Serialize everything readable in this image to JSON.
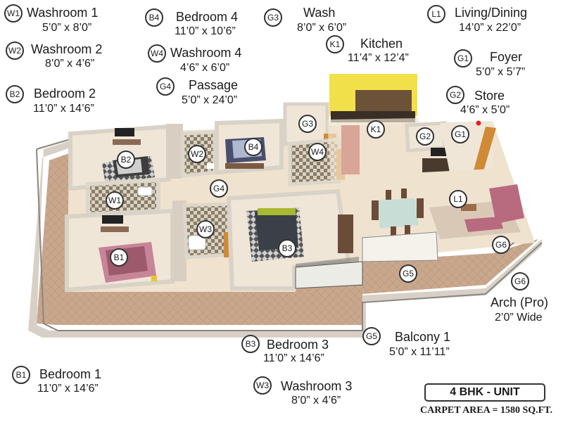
{
  "legend": {
    "W1": {
      "code": "W1",
      "name": "Washroom 1",
      "dims": "5’0” x 8’0”"
    },
    "B4": {
      "code": "B4",
      "name": "Bedroom 4",
      "dims": "11’0” x 10’6”"
    },
    "G3": {
      "code": "G3",
      "name": "Wash",
      "dims": "8’0” x 6’0”"
    },
    "L1": {
      "code": "L1",
      "name": "Living/Dining",
      "dims": "14’0” x 22’0”"
    },
    "K1": {
      "code": "K1",
      "name": "Kitchen",
      "dims": "11’4” x 12’4”"
    },
    "W2": {
      "code": "W2",
      "name": "Washroom 2",
      "dims": "8’0” x 4’6”"
    },
    "W4": {
      "code": "W4",
      "name": "Washroom 4",
      "dims": "4’6” x 6’0”"
    },
    "G1": {
      "code": "G1",
      "name": "Foyer",
      "dims": "5’0” x 5’7”"
    },
    "B2": {
      "code": "B2",
      "name": "Bedroom 2",
      "dims": "11’0” x 14’6”"
    },
    "G4": {
      "code": "G4",
      "name": "Passage",
      "dims": "5’0” x 24’0”"
    },
    "G2": {
      "code": "G2",
      "name": "Store",
      "dims": "4’6” x 5’0”"
    },
    "G6": {
      "code": "G6",
      "name": "Arch (Pro)",
      "dims": "2’0” Wide"
    },
    "B3": {
      "code": "B3",
      "name": "Bedroom 3",
      "dims": "11’0” x 14’6”"
    },
    "G5": {
      "code": "G5",
      "name": "Balcony 1",
      "dims": "5’0” x 11’11”"
    },
    "B1": {
      "code": "B1",
      "name": "Bedroom 1",
      "dims": "11’0” x 14’6”"
    },
    "W3": {
      "code": "W3",
      "name": "Washroom 3",
      "dims": "8’0” x 4’6”"
    }
  },
  "plan_markers": [
    "B2",
    "W2",
    "B4",
    "G3",
    "W4",
    "K1",
    "G2",
    "G1",
    "W1",
    "G4",
    "L1",
    "W3",
    "B3",
    "B1",
    "G5",
    "G6"
  ],
  "unit": {
    "title": "4 BHK - UNIT",
    "carpet": "CARPET AREA = 1580 SQ.FT."
  },
  "colors": {
    "floor": "#efe2cf",
    "terrace": "#c8a990",
    "wall": "#f4f1ec",
    "kitchen_wall": "#f2e04a",
    "accent_red": "#e02020"
  }
}
